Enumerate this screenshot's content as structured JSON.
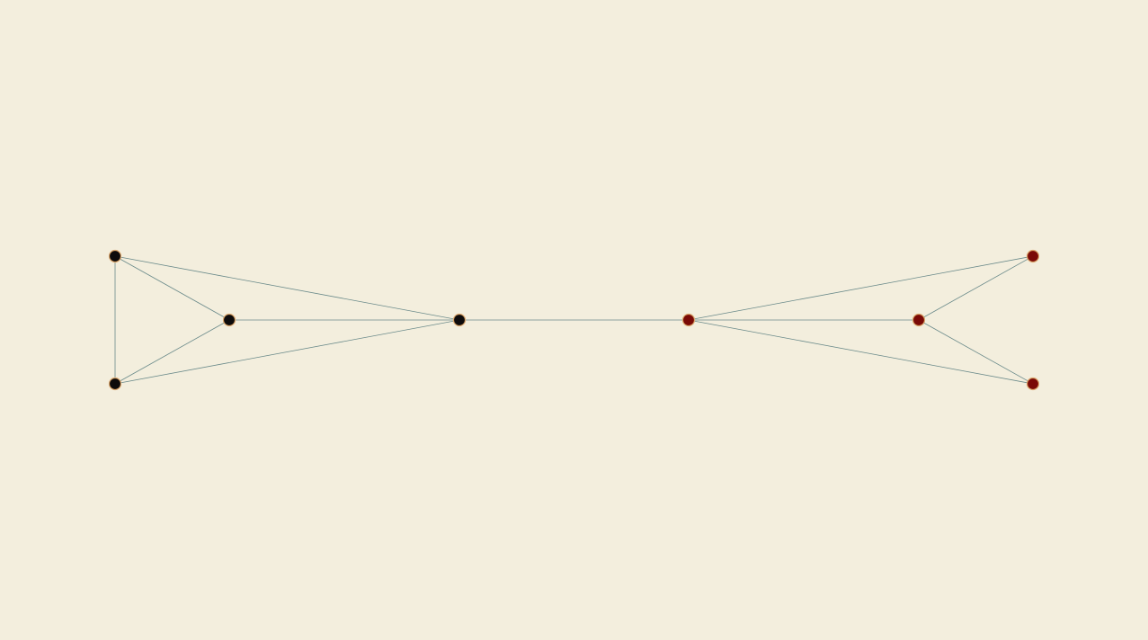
{
  "graph": {
    "background": "#f3eedd",
    "edge_color": "#6a8a8a",
    "node_outline": "#d9a46a",
    "groups": [
      {
        "id": "left-cluster",
        "color": "#0d0b0b"
      },
      {
        "id": "right-cluster",
        "color": "#7a0a06"
      }
    ],
    "nodes": [
      {
        "id": "n1",
        "group": "left-cluster"
      },
      {
        "id": "n2",
        "group": "left-cluster"
      },
      {
        "id": "n3",
        "group": "left-cluster"
      },
      {
        "id": "n4",
        "group": "left-cluster"
      },
      {
        "id": "n5",
        "group": "right-cluster"
      },
      {
        "id": "n6",
        "group": "right-cluster"
      },
      {
        "id": "n7",
        "group": "right-cluster"
      },
      {
        "id": "n8",
        "group": "right-cluster"
      }
    ],
    "edges": [
      [
        "n1",
        "n2"
      ],
      [
        "n1",
        "n3"
      ],
      [
        "n1",
        "n4"
      ],
      [
        "n2",
        "n4"
      ],
      [
        "n3",
        "n4"
      ],
      [
        "n2",
        "n3"
      ],
      [
        "n4",
        "n5"
      ],
      [
        "n5",
        "n6"
      ],
      [
        "n5",
        "n7"
      ],
      [
        "n5",
        "n8"
      ],
      [
        "n6",
        "n7"
      ],
      [
        "n7",
        "n8"
      ]
    ]
  }
}
